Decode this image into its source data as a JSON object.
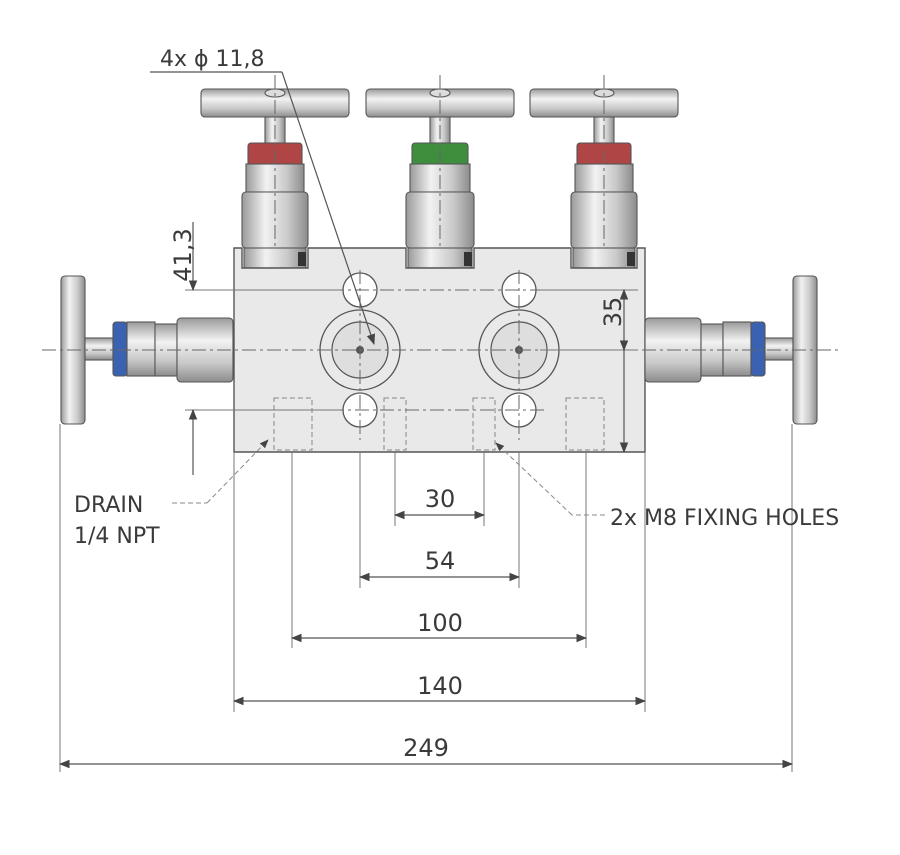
{
  "drawing": {
    "hole_callout": "4x  ϕ  11,8",
    "dim_41_3": "41,3",
    "dim_35": "35",
    "dim_30": "30",
    "dim_54": "54",
    "dim_100": "100",
    "dim_140": "140",
    "dim_249": "249",
    "drain_line1": "DRAIN",
    "drain_line2": "1/4 NPT",
    "fixing_holes": "2x M8 FIXING HOLES"
  },
  "colors": {
    "body": "#e9e9e9",
    "steel": "#c8c8c8",
    "ring_left": "#b04545",
    "ring_center": "#3e8e3e",
    "ring_right": "#b04545",
    "ring_side": "#3a62b0"
  }
}
